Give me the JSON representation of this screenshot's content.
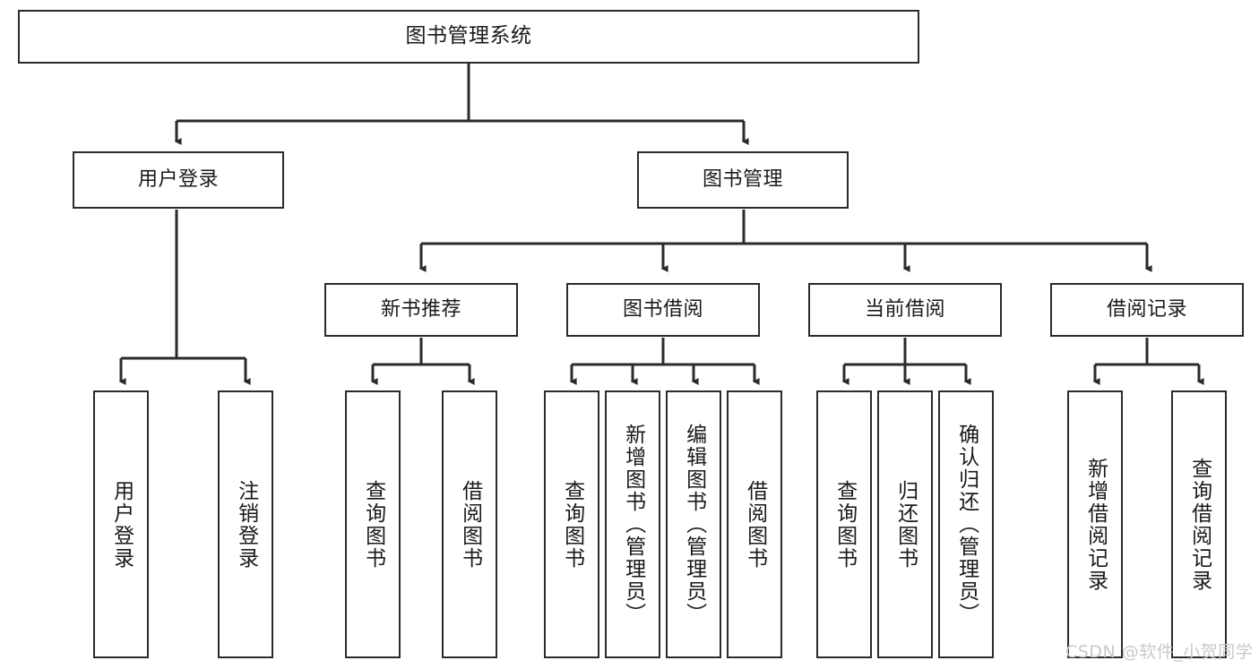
{
  "diagram": {
    "title": "图书管理系统",
    "type": "tree-hierarchy-chart",
    "watermark": "CSDN @软件_小贺同学",
    "colors": {
      "stroke": "#2b2b2b",
      "fill": "#ffffff",
      "background": "#ffffff",
      "watermark": "#c9c9c9"
    },
    "levels": {
      "root": {
        "label": "图书管理系统"
      },
      "level2": [
        {
          "label": "用户登录"
        },
        {
          "label": "图书管理"
        }
      ],
      "level3": [
        {
          "label": "新书推荐"
        },
        {
          "label": "图书借阅"
        },
        {
          "label": "当前借阅"
        },
        {
          "label": "借阅记录"
        }
      ],
      "leaves_user_login": [
        {
          "label": "用户登录"
        },
        {
          "label": "注销登录"
        }
      ],
      "leaves_new_book": [
        {
          "label": "查询图书"
        },
        {
          "label": "借阅图书"
        }
      ],
      "leaves_borrow": [
        {
          "label": "查询图书"
        },
        {
          "label": "新增图书（管理员）"
        },
        {
          "label": "编辑图书（管理员）"
        },
        {
          "label": "借阅图书"
        }
      ],
      "leaves_current": [
        {
          "label": "查询图书"
        },
        {
          "label": "归还图书"
        },
        {
          "label": "确认归还（管理员）"
        }
      ],
      "leaves_record": [
        {
          "label": "新增借阅记录"
        },
        {
          "label": "查询借阅记录"
        }
      ]
    }
  }
}
